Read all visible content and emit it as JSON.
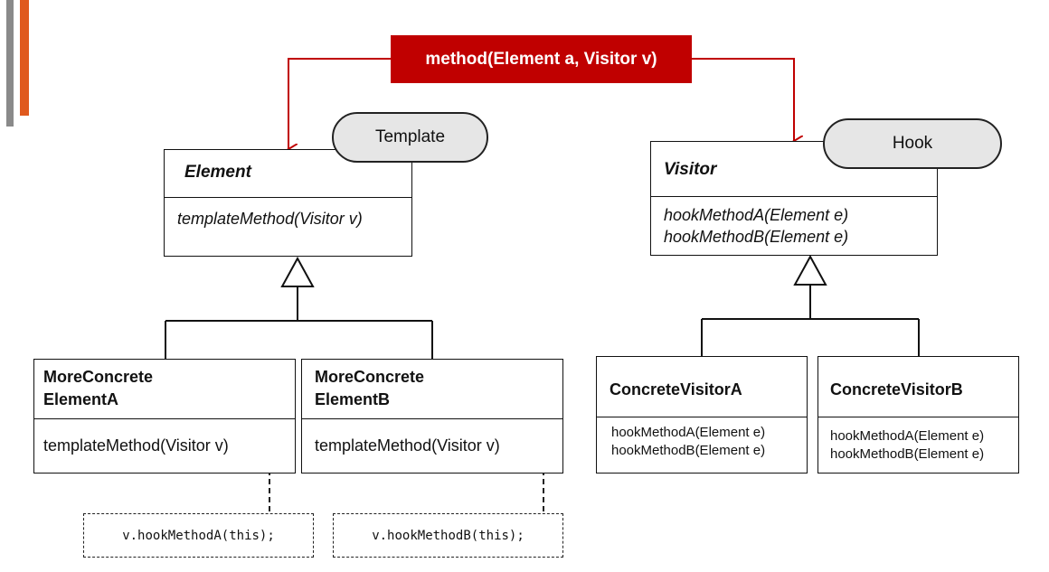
{
  "colors": {
    "accent_red": "#c00000",
    "accent_orange": "#e05a1e",
    "gray_bar": "#8a8a8a",
    "pill_fill": "#e6e6e6"
  },
  "method_label": "method(Element a, Visitor v)",
  "template_label": "Template",
  "hook_label": "Hook",
  "element": {
    "name": "Element",
    "operation": "templateMethod(Visitor v)"
  },
  "visitor": {
    "name": "Visitor",
    "operations": [
      "hookMethodA(Element e)",
      "hookMethodB(Element e)"
    ]
  },
  "more_concrete_a": {
    "name_line1": "MoreConcrete",
    "name_line2": "ElementA",
    "operation": "templateMethod(Visitor v)",
    "note": "v.hookMethodA(this);"
  },
  "more_concrete_b": {
    "name_line1": "MoreConcrete",
    "name_line2": "ElementB",
    "operation": "templateMethod(Visitor v)",
    "note": "v.hookMethodB(this);"
  },
  "concrete_visitor_a": {
    "name": "ConcreteVisitorA",
    "operations": [
      "hookMethodA(Element e)",
      "hookMethodB(Element e)"
    ]
  },
  "concrete_visitor_b": {
    "name": "ConcreteVisitorB",
    "operations": [
      "hookMethodA(Element e)",
      "hookMethodB(Element e)"
    ]
  }
}
